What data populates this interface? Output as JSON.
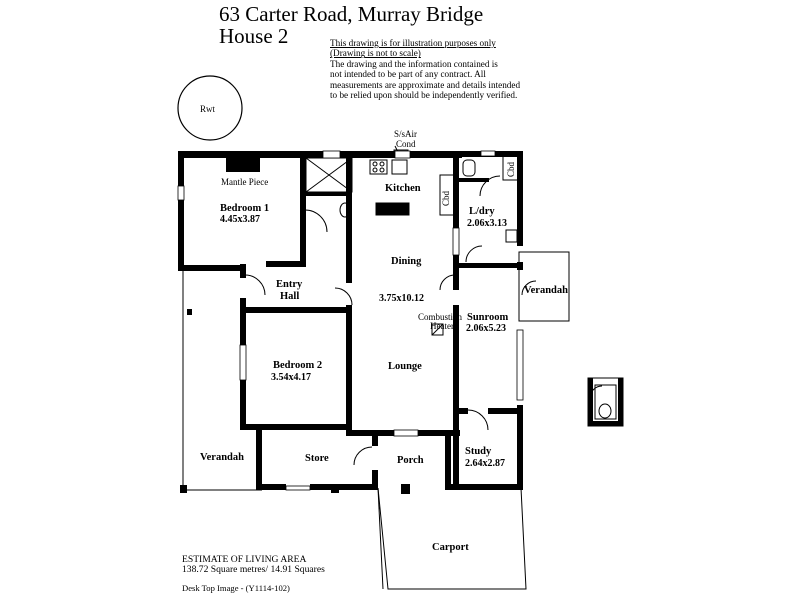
{
  "header": {
    "address": "63 Carter Road, Murray Bridge",
    "house": "House 2"
  },
  "disclaimer": {
    "line1": "This drawing is for illustration purposes only",
    "line2": "(Drawing is not to scale)",
    "line3": "The drawing and the information contained is",
    "line4": "not intended to be part of any contract.  All",
    "line5": "measurements are approximate and details intended",
    "line6": "to be relied upon should be independently verified."
  },
  "labels": {
    "rwt": "Rwt",
    "ssair1": "S/sAir",
    "ssair2": "Cond",
    "mantle": "Mantle Piece",
    "bedroom1": "Bedroom 1",
    "bedroom1_dim": "4.45x3.87",
    "kitchen": "Kitchen",
    "cbd1": "Cbd",
    "cbd2": "Cbd",
    "ldry": "L/dry",
    "ldry_dim": "2.06x3.13",
    "dining": "Dining",
    "entry1": "Entry",
    "entry2": "Hall",
    "lounge_dim": "3.75x10.12",
    "verandah_right": "Verandah",
    "combustion1": "Combustion",
    "combustion2": "Heater",
    "sunroom": "Sunroom",
    "sunroom_dim": "2.06x5.23",
    "bedroom2": "Bedroom 2",
    "bedroom2_dim": "3.54x4.17",
    "lounge": "Lounge",
    "verandah_left": "Verandah",
    "store": "Store",
    "porch": "Porch",
    "study": "Study",
    "study_dim": "2.64x2.87",
    "carport": "Carport"
  },
  "footer": {
    "estimate_title": "ESTIMATE OF LIVING AREA",
    "estimate_value": "138.72 Square metres/  14.91 Squares",
    "image_ref": "Desk Top Image - (Y1114-102)"
  }
}
